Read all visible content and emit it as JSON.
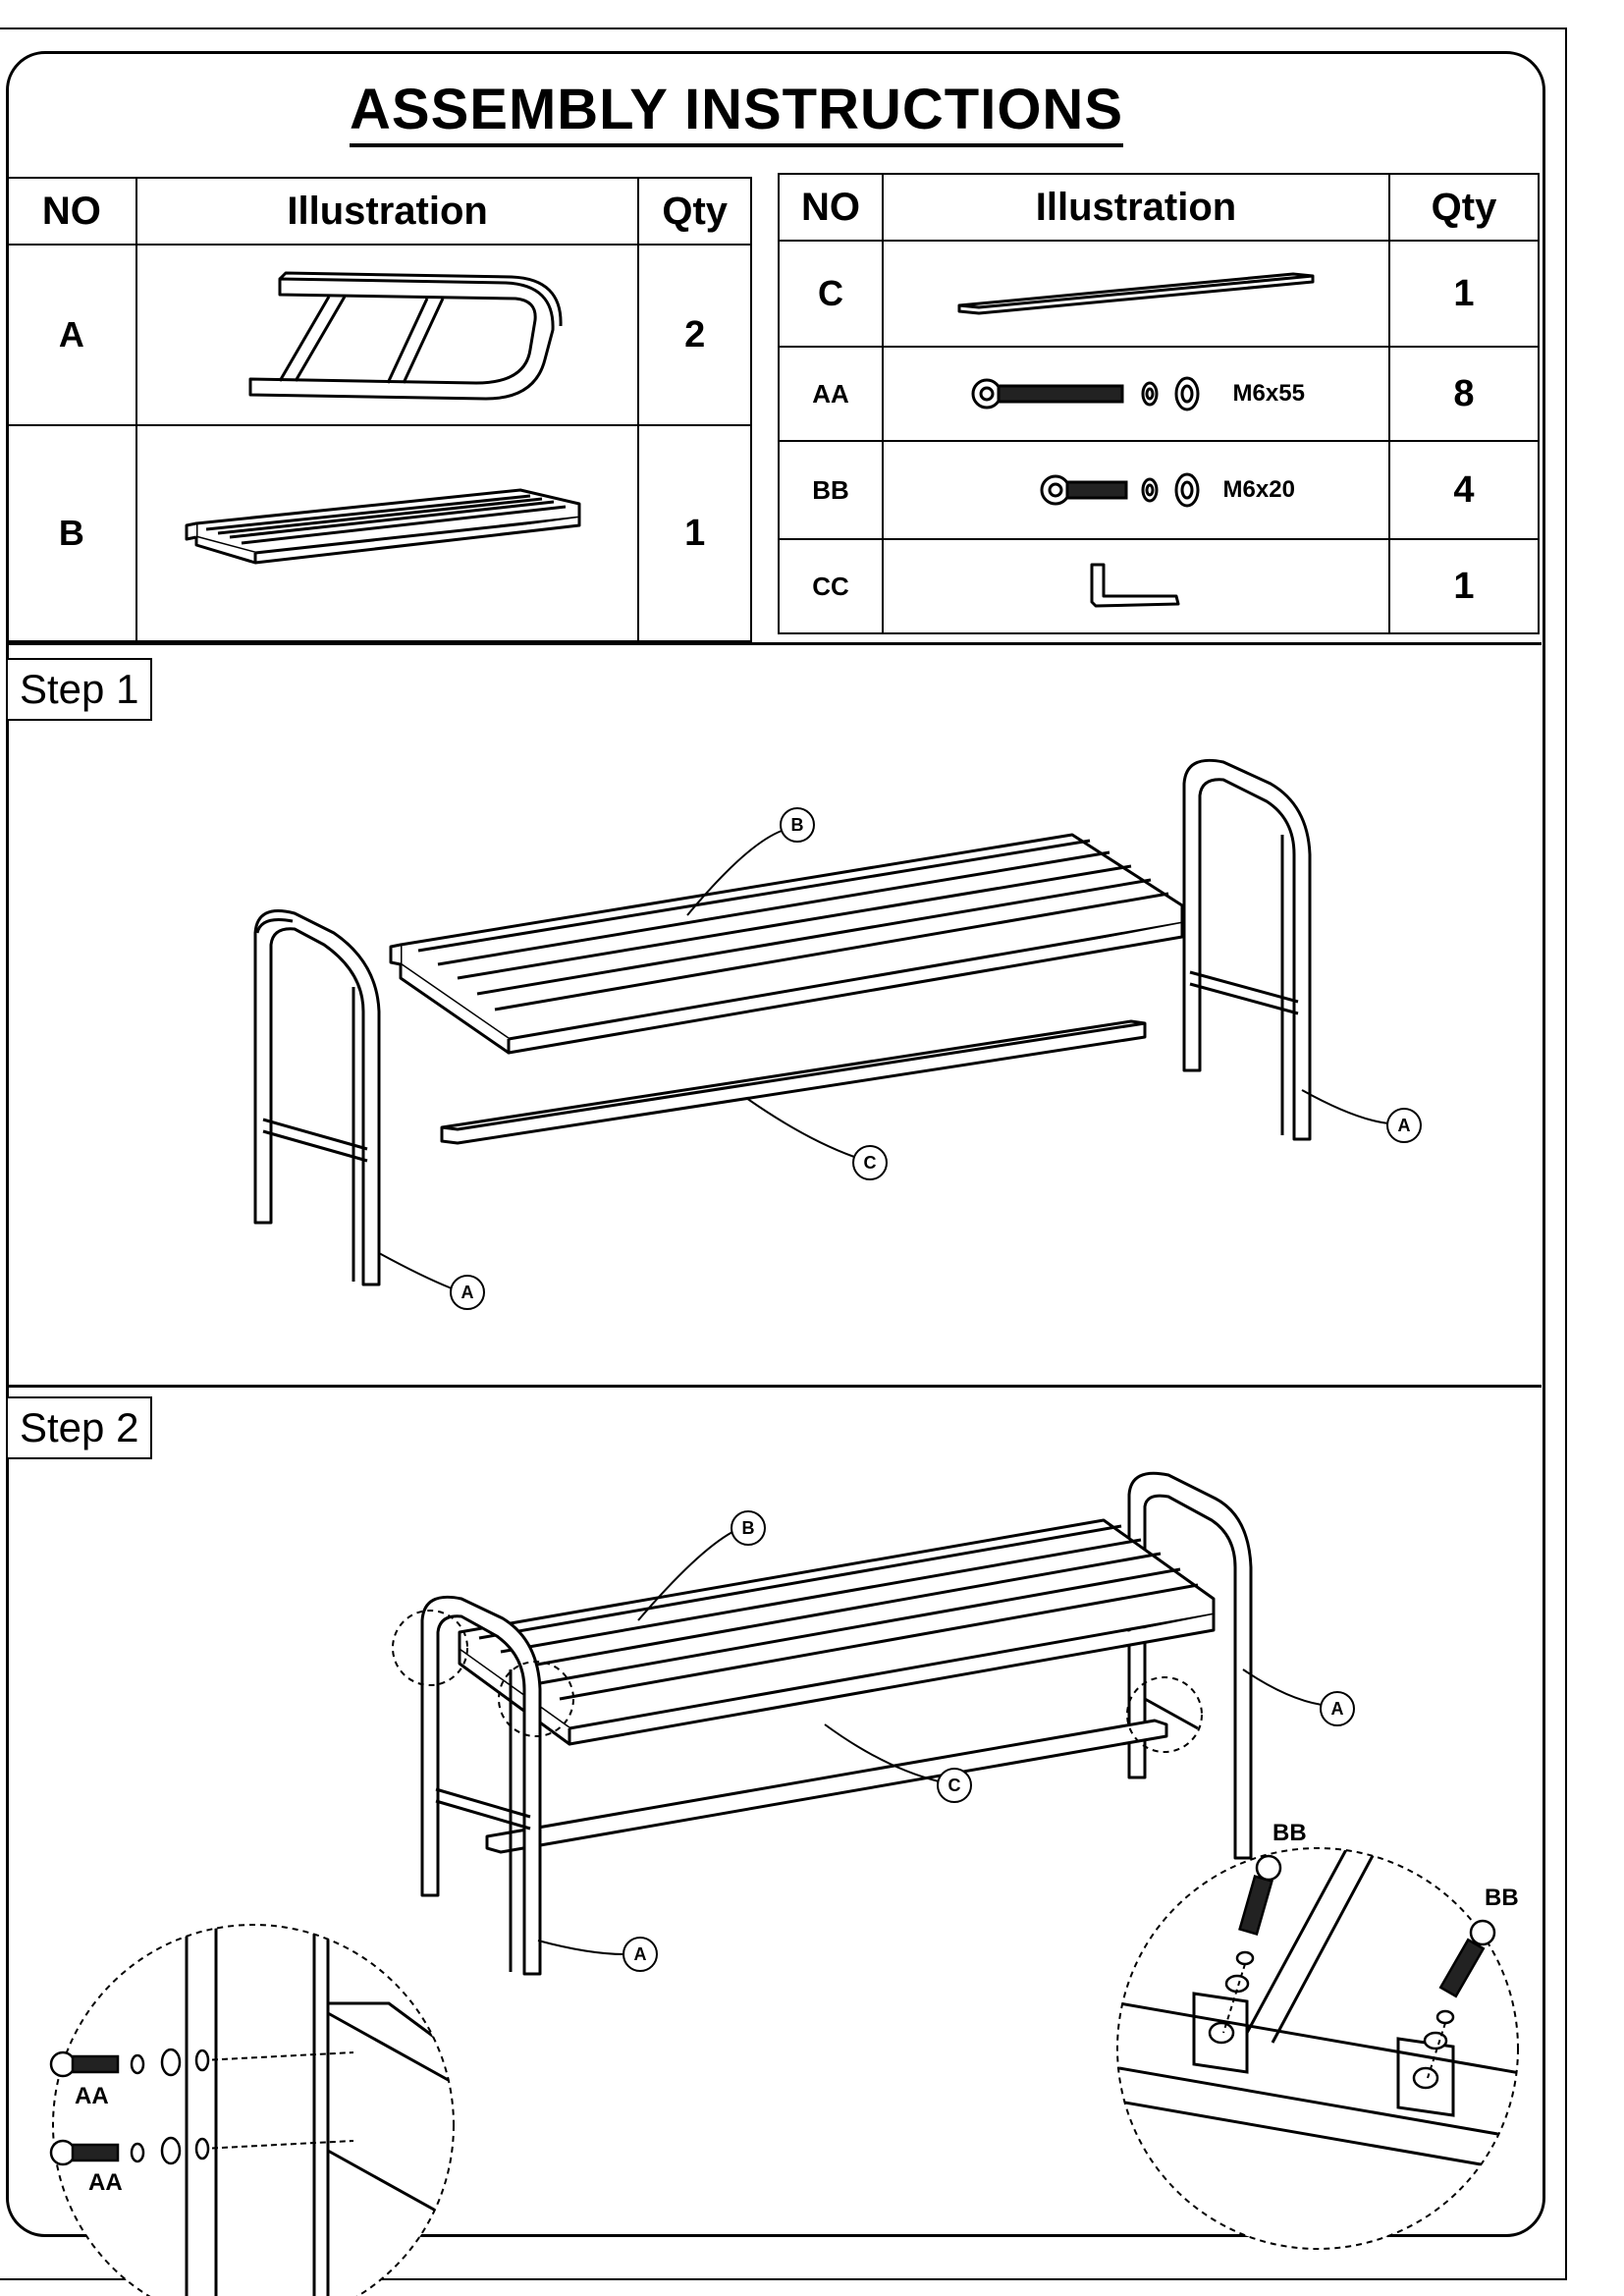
{
  "title": "ASSEMBLY INSTRUCTIONS",
  "headers": {
    "no": "NO",
    "illustration": "Illustration",
    "qty": "Qty"
  },
  "parts_left": [
    {
      "no": "A",
      "qty": "2",
      "icon": "bench-leg-frame"
    },
    {
      "no": "B",
      "qty": "1",
      "icon": "slatted-seat"
    }
  ],
  "parts_right": [
    {
      "no": "C",
      "qty": "1",
      "icon": "cross-bar"
    },
    {
      "no": "AA",
      "qty": "8",
      "icon": "bolt-m6x55",
      "size": "M6x55"
    },
    {
      "no": "BB",
      "qty": "4",
      "icon": "bolt-m6x20",
      "size": "M6x20"
    },
    {
      "no": "CC",
      "qty": "1",
      "icon": "allen-key"
    }
  ],
  "step1": {
    "label": "Step 1",
    "callouts": {
      "b": "B",
      "c": "C",
      "a_left": "A",
      "a_right": "A"
    }
  },
  "step2": {
    "label": "Step 2",
    "callouts": {
      "b": "B",
      "c": "C",
      "a_left": "A",
      "a_right": "A"
    },
    "detail_left": {
      "bolt1": "AA",
      "bolt2": "AA"
    },
    "detail_right": {
      "bolt1": "BB",
      "bolt2": "BB"
    }
  }
}
